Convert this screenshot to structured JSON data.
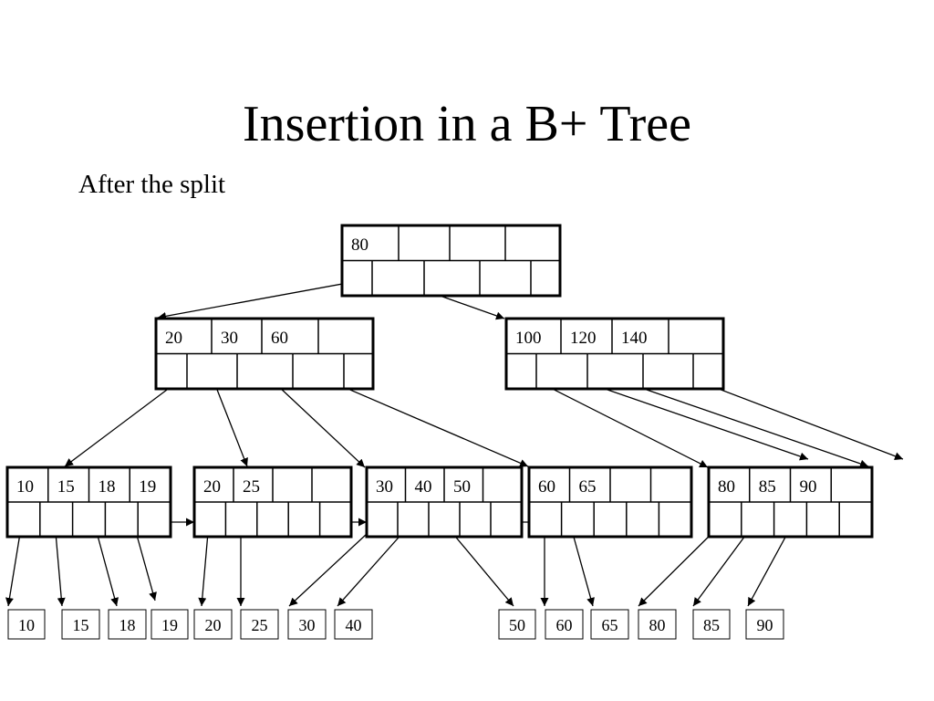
{
  "slide": {
    "title": "Insertion in a B+ Tree",
    "subtitle": "After the split"
  },
  "colors": {
    "ink": "#000000",
    "background": "#ffffff"
  },
  "tree": {
    "root": {
      "keys": [
        "80",
        "",
        "",
        ""
      ]
    },
    "internal": [
      {
        "keys": [
          "20",
          "30",
          "60",
          ""
        ]
      },
      {
        "keys": [
          "100",
          "120",
          "140",
          ""
        ]
      }
    ],
    "leaves": [
      {
        "keys": [
          "10",
          "15",
          "18",
          "19"
        ]
      },
      {
        "keys": [
          "20",
          "25",
          "",
          ""
        ]
      },
      {
        "keys": [
          "30",
          "40",
          "50",
          ""
        ]
      },
      {
        "keys": [
          "60",
          "65",
          "",
          ""
        ]
      },
      {
        "keys": [
          "80",
          "85",
          "90",
          ""
        ]
      }
    ],
    "records": [
      "10",
      "15",
      "18",
      "19",
      "20",
      "25",
      "30",
      "40",
      "50",
      "60",
      "65",
      "80",
      "85",
      "90"
    ]
  }
}
